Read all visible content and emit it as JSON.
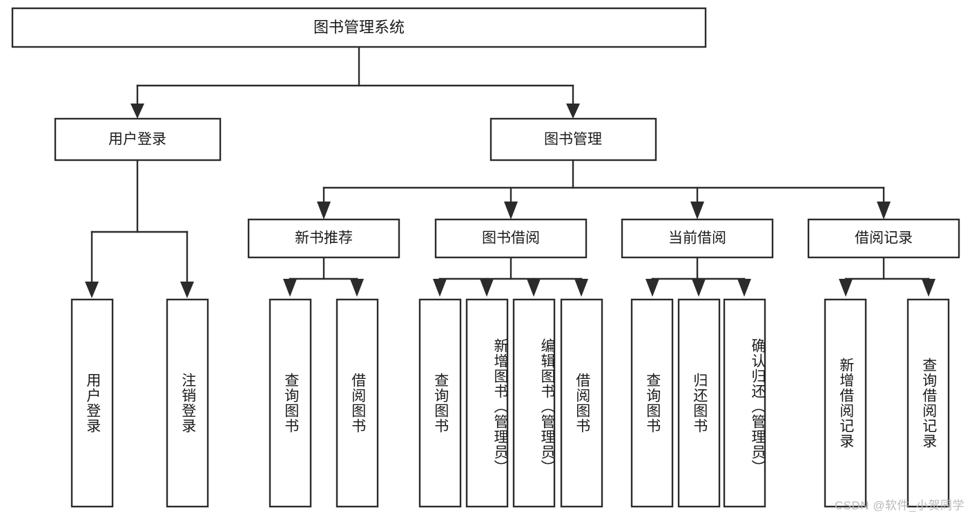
{
  "diagram": {
    "type": "tree-hierarchy-diagram",
    "title": "图书管理系统",
    "watermark": "CSDN @软件_小贺同学",
    "colors": {
      "box_stroke": "#2b2b2b",
      "box_fill": "#ffffff",
      "text": "#1a1a1a",
      "connector": "#2b2b2b",
      "watermark": "#b9b9b9",
      "page_background": "#ffffff"
    },
    "root": {
      "label": "图书管理系统",
      "orientation": "horizontal"
    },
    "level2": [
      {
        "label": "用户登录",
        "orientation": "horizontal"
      },
      {
        "label": "图书管理",
        "orientation": "horizontal"
      }
    ],
    "level3": [
      {
        "label": "新书推荐",
        "orientation": "horizontal",
        "parent": "图书管理"
      },
      {
        "label": "图书借阅",
        "orientation": "horizontal",
        "parent": "图书管理"
      },
      {
        "label": "当前借阅",
        "orientation": "horizontal",
        "parent": "图书管理"
      },
      {
        "label": "借阅记录",
        "orientation": "horizontal",
        "parent": "图书管理"
      }
    ],
    "leaves": {
      "用户登录": [
        {
          "label": "用户登录",
          "orientation": "vertical"
        },
        {
          "label": "注销登录",
          "orientation": "vertical"
        }
      ],
      "新书推荐": [
        {
          "label": "查询图书",
          "orientation": "vertical"
        },
        {
          "label": "借阅图书",
          "orientation": "vertical"
        }
      ],
      "图书借阅": [
        {
          "label": "查询图书",
          "orientation": "vertical"
        },
        {
          "label": "新增图书（管理员）",
          "orientation": "vertical"
        },
        {
          "label": "编辑图书（管理员）",
          "orientation": "vertical"
        },
        {
          "label": "借阅图书",
          "orientation": "vertical"
        }
      ],
      "当前借阅": [
        {
          "label": "查询图书",
          "orientation": "vertical"
        },
        {
          "label": "归还图书",
          "orientation": "vertical"
        },
        {
          "label": "确认归还（管理员）",
          "orientation": "vertical"
        }
      ],
      "借阅记录": [
        {
          "label": "新增借阅记录",
          "orientation": "vertical"
        },
        {
          "label": "查询借阅记录",
          "orientation": "vertical"
        }
      ]
    }
  }
}
